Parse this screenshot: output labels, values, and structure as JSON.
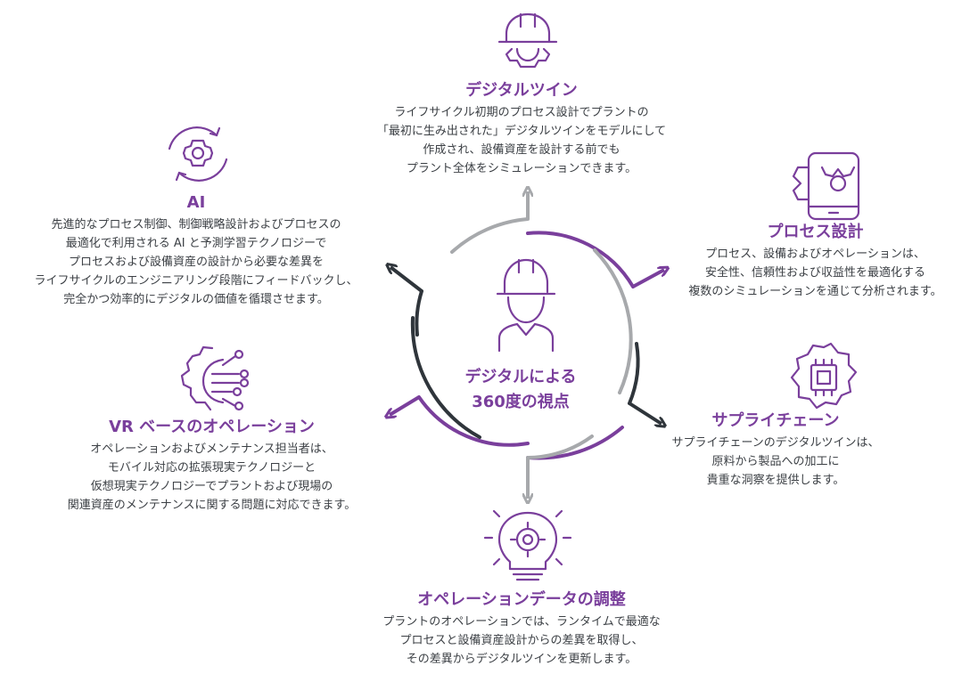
{
  "center": {
    "line1": "デジタルによる",
    "line2": "360度の視点"
  },
  "nodes": {
    "digital_twin": {
      "title": "デジタルツイン",
      "lines": [
        "ライフサイクル初期のプロセス設計でプラントの",
        "「最初に生み出された」デジタルツインをモデルにして",
        "作成され、設備資産を設計する前でも",
        "プラント全体をシミュレーションできます。"
      ]
    },
    "ai": {
      "title": "AI",
      "lines": [
        "先進的なプロセス制御、制御戦略設計およびプロセスの",
        "最適化で利用される AI と予測学習テクノロジーで",
        "プロセスおよび設備資産の設計から必要な差異を",
        "ライフサイクルのエンジニアリング段階にフィードバックし、",
        "完全かつ効率的にデジタルの価値を循環させます。"
      ]
    },
    "process_design": {
      "title": "プロセス設計",
      "lines": [
        "プロセス、設備およびオペレーションは、",
        "安全性、信頼性および収益性を最適化する",
        "複数のシミュレーションを通じて分析されます。"
      ]
    },
    "vr": {
      "title": "VR ベースのオペレーション",
      "lines": [
        "オペレーションおよびメンテナンス担当者は、",
        "モバイル対応の拡張現実テクノロジーと",
        "仮想現実テクノロジーでプラントおよび現場の",
        "関連資産のメンテナンスに関する問題に対応できます。"
      ]
    },
    "supply_chain": {
      "title": "サプライチェーン",
      "lines": [
        "サプライチェーンのデジタルツインは、",
        "原料から製品への加工に",
        "貴重な洞察を提供します。"
      ]
    },
    "operation_data": {
      "title": "オペレーションデータの調整",
      "lines": [
        "プラントのオペレーションでは、ランタイムで最適な",
        "プロセスと設備資産設計からの差異を取得し、",
        "その差異からデジタルツインを更新します。"
      ]
    }
  },
  "colors": {
    "purple": "#7a3f9c",
    "dark": "#2f353b",
    "gray": "#a7a9ac",
    "text": "#3c4045"
  },
  "icons": {
    "digital_twin": "hardhat-gear-icon",
    "ai": "gear-cycle-icon",
    "process_design": "tablet-gear-icon",
    "center": "worker-icon",
    "vr": "circuit-gear-icon",
    "supply_chain": "chip-gear-icon",
    "operation_data": "lightbulb-gear-icon"
  }
}
